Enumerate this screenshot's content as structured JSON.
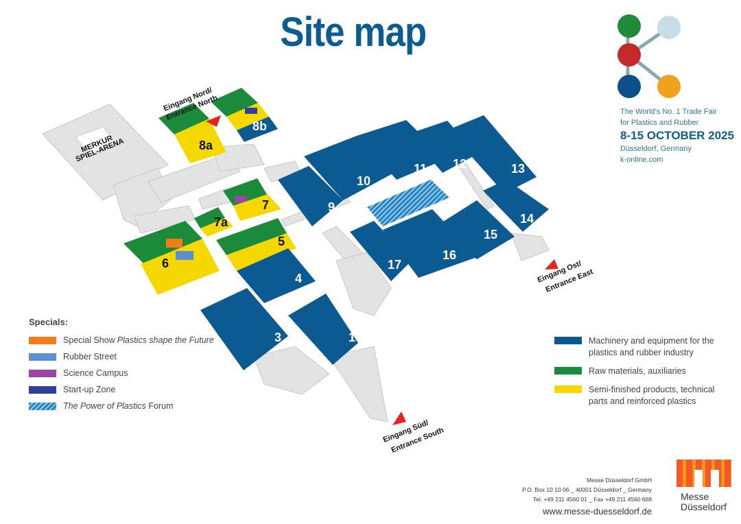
{
  "title": "Site map",
  "halls": {
    "h1": "1",
    "h3": "3",
    "h4": "4",
    "h5": "5",
    "h6": "6",
    "h7": "7",
    "h7a": "7a",
    "h8a": "8a",
    "h8b": "8b",
    "h9": "9",
    "h10": "10",
    "h11": "11",
    "h12": "12",
    "h13": "13",
    "h14": "14",
    "h15": "15",
    "h16": "16",
    "h17": "17"
  },
  "arena": [
    "MERKUR",
    "SPIEL-ARENA"
  ],
  "entrances": {
    "north": [
      "Eingang Nord/",
      "Entrance North"
    ],
    "east": [
      "Eingang Ost/",
      "Entrance East"
    ],
    "south": [
      "Eingang Süd/",
      "Entrance South"
    ]
  },
  "specials": {
    "title": "Specials:",
    "items": [
      {
        "label": "Special Show ",
        "italic": "Plastics shape the Future",
        "color": "#f07d1a"
      },
      {
        "label": "Rubber Street",
        "italic": "",
        "color": "#5b8fd0"
      },
      {
        "label": "Science Campus",
        "italic": "",
        "color": "#9b45a6"
      },
      {
        "label": "Start-up Zone",
        "italic": "",
        "color": "#2f3f9a"
      },
      {
        "label": " Forum",
        "italic": "The Power of Plastics",
        "color": "#2a7fc0"
      }
    ]
  },
  "categories": [
    {
      "label": "Machinery and equipment for the plastics and rubber industry",
      "color": "#0b5a92"
    },
    {
      "label": "Raw materials, auxiliaries",
      "color": "#1b8a3b"
    },
    {
      "label": "Semi-finished products, technical parts and reinforced plastics",
      "color": "#f4d800"
    }
  ],
  "event": {
    "line1": "The World’s No. 1 Trade Fair",
    "line2": "for Plastics and Rubber",
    "date": "8-15 OCTOBER 2025",
    "place": "Düsseldorf, Germany",
    "web": "k-online.com"
  },
  "footer": {
    "company": "Messe Düsseldorf GmbH",
    "address": "P.O. Box 10 10 06 _ 40001 Düsseldorf _ Germany",
    "phone": "Tel. +49 211 4560 01 _ Fax +49 211 4560 668",
    "url": "www.messe-duesseldorf.de",
    "logo": [
      "Messe",
      "Düsseldorf"
    ]
  }
}
